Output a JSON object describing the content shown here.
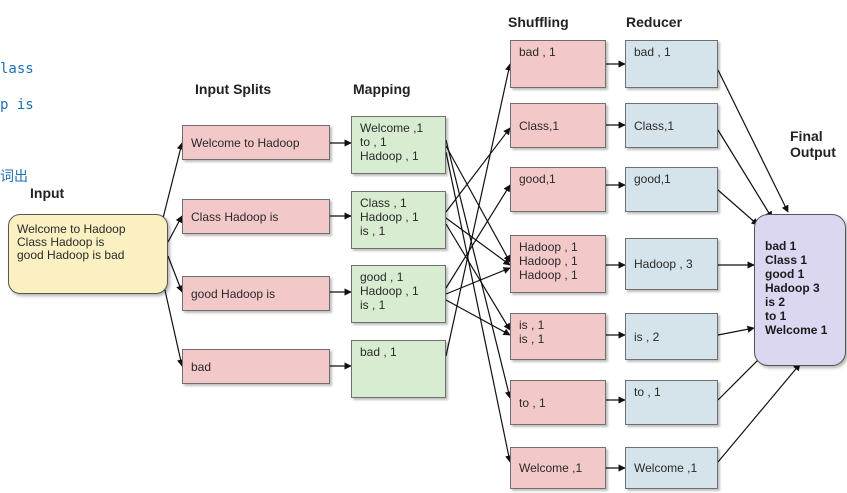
{
  "overlay_fragments": [
    "lass",
    "p is",
    "词出"
  ],
  "headers": {
    "input": "Input",
    "splits": "Input Splits",
    "mapping": "Mapping",
    "shuffling": "Shuffling",
    "reducer": "Reducer",
    "final": "Final\nOutput"
  },
  "input_text": "Welcome to Hadoop\nClass Hadoop is\ngood Hadoop is bad",
  "splits": [
    "Welcome to Hadoop",
    "Class Hadoop is",
    "good Hadoop is",
    "bad"
  ],
  "mapping": [
    "Welcome ,1\nto , 1\nHadoop , 1",
    "Class , 1\nHadoop , 1\nis , 1",
    "good , 1\nHadoop , 1\nis , 1",
    "bad , 1"
  ],
  "shuffling": [
    "bad , 1",
    "Class,1",
    "good,1",
    "Hadoop , 1\nHadoop , 1\nHadoop , 1",
    "is , 1\nis , 1",
    "to ,  1",
    "Welcome ,1"
  ],
  "reducer": [
    "bad , 1",
    "Class,1",
    "good,1",
    "Hadoop , 3",
    "is , 2",
    "to ,  1",
    "Welcome ,1"
  ],
  "final_output": "bad 1\nClass 1\ngood 1\nHadoop 3\nis 2\nto 1\nWelcome 1",
  "colors": {
    "input_fill": "#fbf0c2",
    "split_fill": "#f3c8c8",
    "map_fill": "#d8ecd2",
    "reduce_fill": "#d4e4ea",
    "final_fill": "#dbd7f0",
    "overlay_text": "#1f6fb4"
  }
}
